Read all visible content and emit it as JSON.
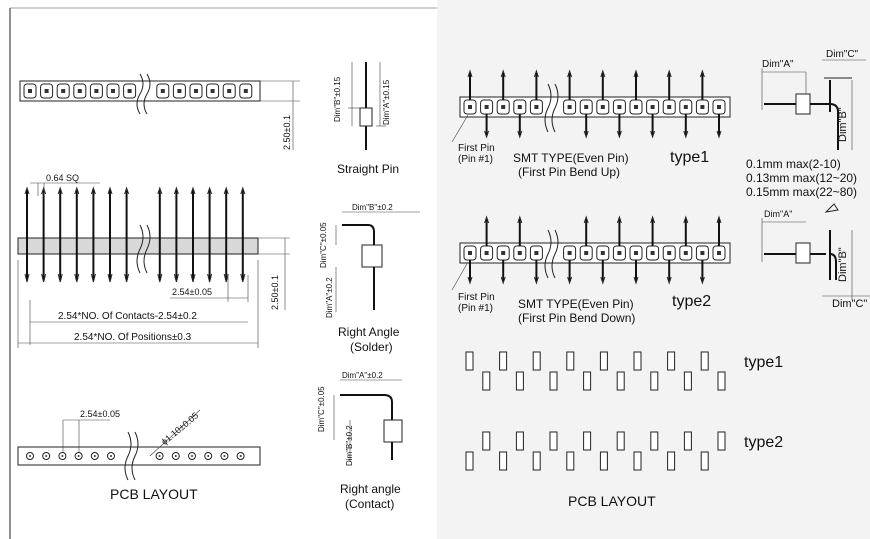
{
  "left": {
    "top_dim": "2.50±0.1",
    "sq_label": "0.64 SQ",
    "pitch_label": "2.54±0.05",
    "side_dim": "2.50±0.1",
    "contacts_label": "2.54*NO. Of Contacts-2.54±0.2",
    "positions_label": "2.54*NO. Of Positions±0.3",
    "pcb_pitch": "2.54±0.05",
    "pcb_hole": "ϕ1.10±0.05",
    "pcb_title": "PCB LAYOUT"
  },
  "middle": {
    "straight_dim_b": "Dim\"B\"±0.15",
    "straight_dim_a": "Dim\"A\"±0.15",
    "straight_title": "Straight Pin",
    "ra_solder_dim_b": "Dim\"B\"±0.2",
    "ra_solder_dim_c": "Dim\"C\"±0.05",
    "ra_solder_dim_a": "Dim\"A\"±0.2",
    "ra_solder_title_1": "Right Angle",
    "ra_solder_title_2": "(Solder)",
    "ra_contact_dim_a": "Dim\"A\"±0.2",
    "ra_contact_dim_c": "Dim\"C\"±0.05",
    "ra_contact_dim_b": "Dim\"B\"±0.2",
    "ra_contact_title_1": "Right angle",
    "ra_contact_title_2": "(Contact)"
  },
  "right": {
    "first_pin_1": "First Pin",
    "first_pin_2": "(Pin #1)",
    "smt_up_1": "SMT TYPE(Even Pin)",
    "smt_up_2": "(First Pin Bend Up)",
    "type1": "type1",
    "smt_down_1": "SMT TYPE(Even Pin)",
    "smt_down_2": "(First Pin Bend Down)",
    "type2": "type2",
    "dim_a": "Dim\"A\"",
    "dim_b": "Dim\"B\"",
    "dim_c": "Dim\"C\"",
    "tol_1": "0.1mm max(2-10)",
    "tol_2": "0.13mm max(12~20)",
    "tol_3": "0.15mm max(22~80)",
    "pcb_type1": "type1",
    "pcb_type2": "type2",
    "pcb_title": "PCB LAYOUT"
  }
}
